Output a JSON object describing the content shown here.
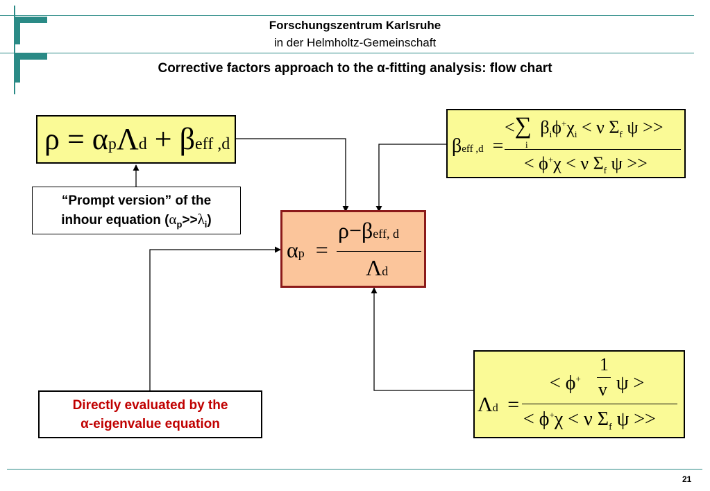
{
  "header": {
    "org": "Forschungszentrum Karlsruhe",
    "sub": "in der Helmholtz-Gemeinschaft"
  },
  "title": "Corrective factors approach to the α-fitting analysis: flow chart",
  "prompt_note": {
    "line1": "“Prompt version” of the",
    "line2_text": "inhour equation  (",
    "alpha": "α",
    "p": "p",
    "gg": ">>",
    "lambda": "λ",
    "i": "i",
    "close": ")"
  },
  "direct_note": {
    "line1": "Directly evaluated by the",
    "line2": "α-eigenvalue equation"
  },
  "eq_rho": {
    "rho": "ρ",
    "eq": "=",
    "alpha": "α",
    "p": "p",
    "Lambda": "Λ",
    "d": "d",
    "plus": "+",
    "beta": "β",
    "sub": "eff ,d"
  },
  "eq_beta": {
    "beta": "β",
    "sub": "eff ,d",
    "eq": "=",
    "num_a": "<",
    "sum": "∑",
    "sum_idx": "i",
    "num_b": "β",
    "num_bi": "i",
    "num_c": "ϕ",
    "num_cplus": "+",
    "num_d": "χ",
    "num_di": "i",
    "num_e": "< ν Σ",
    "num_ef": "f",
    "num_g": "ψ >>",
    "den_a": "< ϕ",
    "den_plus": "+",
    "den_b": "χ < ν Σ",
    "den_f": "f",
    "den_c": "ψ >>"
  },
  "eq_alpha": {
    "alpha": "α",
    "p": "p",
    "eq": "=",
    "num_rho": "ρ",
    "num_minus": "−",
    "num_beta": "β",
    "num_sub": "eff, d",
    "den": "Λ",
    "den_sub": "d"
  },
  "eq_lambda": {
    "Lambda": "Λ",
    "d": "d",
    "eq": "=",
    "num_a": "< ϕ",
    "num_plus": "+",
    "one": "1",
    "v": "v",
    "num_b": "ψ >",
    "den_a": "< ϕ",
    "den_plus": "+",
    "den_b": "χ < ν Σ",
    "den_f": "f",
    "den_c": "ψ >>"
  },
  "page_number": "21",
  "colors": {
    "teal": "#2a8a86",
    "yellow": "#fafa96",
    "orange": "#fbc59b",
    "dark_red": "#8b1a1a",
    "red_text": "#c00000"
  }
}
